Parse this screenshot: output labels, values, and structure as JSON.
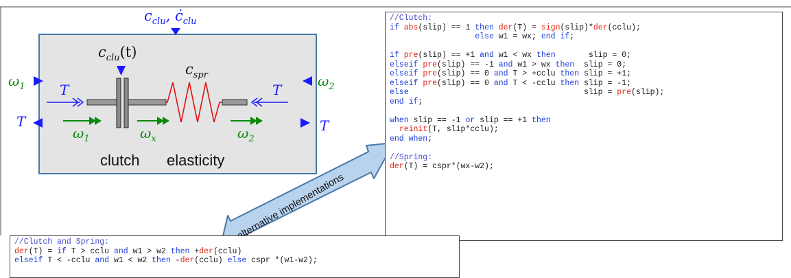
{
  "diagram": {
    "labels": {
      "c_clu_top": "c",
      "c_clu_top_sub": "clu",
      "c_clu_top_comma": ", ",
      "c_clu_dot": "ċ",
      "c_clu_dot_sub": "clu",
      "c_clu_t": "c",
      "c_clu_t_sub": "clu",
      "c_clu_t_arg": "(t)",
      "c_spr": "c",
      "c_spr_sub": "spr",
      "omega1_left": "ω",
      "omega1_left_sub": "1",
      "omega2_right": "ω",
      "omega2_right_sub": "2",
      "T_in_left": "T",
      "T_in_right": "T",
      "T_port_left": "T",
      "T_port_right": "T",
      "omega1_flow": "ω",
      "omega1_flow_sub": "1",
      "omegax_flow": "ω",
      "omegax_flow_sub": "x",
      "omega2_flow": "ω",
      "omega2_flow_sub": "2",
      "clutch": "clutch",
      "elasticity": "elasticity",
      "alt_impl": "alternative implementations"
    },
    "colors": {
      "box_fill": "#e4e4e4",
      "box_border": "#4a77a8",
      "blue": "#1a1aff",
      "green": "#0a8a0a",
      "red": "#e01010",
      "dark_blue_arrow": "#4a77a8",
      "light_blue_arrow": "#b9d3ee"
    }
  },
  "code_main": {
    "lines": [
      [
        [
          "cm",
          "//Clutch:"
        ]
      ],
      [
        [
          "kw",
          "if "
        ],
        [
          "fn",
          "abs"
        ],
        [
          "tx",
          "(slip) == 1 "
        ],
        [
          "kw",
          "then "
        ],
        [
          "fn",
          "der"
        ],
        [
          "tx",
          "(T) = "
        ],
        [
          "fn",
          "sign"
        ],
        [
          "tx",
          "(slip)*"
        ],
        [
          "fn",
          "der"
        ],
        [
          "tx",
          "(cclu);"
        ]
      ],
      [
        [
          "tx",
          "                  "
        ],
        [
          "kw",
          "else "
        ],
        [
          "tx",
          "w1 = wx; "
        ],
        [
          "kw",
          "end if"
        ],
        [
          "tx",
          ";"
        ]
      ],
      [
        [
          "tx",
          ""
        ]
      ],
      [
        [
          "kw",
          "if "
        ],
        [
          "fn",
          "pre"
        ],
        [
          "tx",
          "(slip) == +1 "
        ],
        [
          "kw",
          "and "
        ],
        [
          "tx",
          "w1 < wx "
        ],
        [
          "kw",
          "then"
        ],
        [
          "tx",
          "       slip = 0;"
        ]
      ],
      [
        [
          "kw",
          "elseif "
        ],
        [
          "fn",
          "pre"
        ],
        [
          "tx",
          "(slip) == -1 "
        ],
        [
          "kw",
          "and "
        ],
        [
          "tx",
          "w1 > wx "
        ],
        [
          "kw",
          "then"
        ],
        [
          "tx",
          "  slip = 0;"
        ]
      ],
      [
        [
          "kw",
          "elseif "
        ],
        [
          "fn",
          "pre"
        ],
        [
          "tx",
          "(slip) == 0 "
        ],
        [
          "kw",
          "and "
        ],
        [
          "tx",
          "T > +cclu "
        ],
        [
          "kw",
          "then "
        ],
        [
          "tx",
          "slip = +1;"
        ]
      ],
      [
        [
          "kw",
          "elseif "
        ],
        [
          "fn",
          "pre"
        ],
        [
          "tx",
          "(slip) == 0 "
        ],
        [
          "kw",
          "and "
        ],
        [
          "tx",
          "T < -cclu "
        ],
        [
          "kw",
          "then "
        ],
        [
          "tx",
          "slip = -1;"
        ]
      ],
      [
        [
          "kw",
          "else"
        ],
        [
          "tx",
          "                                     slip = "
        ],
        [
          "fn",
          "pre"
        ],
        [
          "tx",
          "(slip);"
        ]
      ],
      [
        [
          "kw",
          "end if"
        ],
        [
          "tx",
          ";"
        ]
      ],
      [
        [
          "tx",
          ""
        ]
      ],
      [
        [
          "kw",
          "when "
        ],
        [
          "tx",
          "slip == -1 "
        ],
        [
          "kw",
          "or "
        ],
        [
          "tx",
          "slip == +1 "
        ],
        [
          "kw",
          "then"
        ]
      ],
      [
        [
          "tx",
          "  "
        ],
        [
          "fn",
          "reinit"
        ],
        [
          "tx",
          "(T, slip*cclu);"
        ]
      ],
      [
        [
          "kw",
          "end when"
        ],
        [
          "tx",
          ";"
        ]
      ],
      [
        [
          "tx",
          ""
        ]
      ],
      [
        [
          "cm",
          "//Spring:"
        ]
      ],
      [
        [
          "fn",
          "der"
        ],
        [
          "tx",
          "(T) = cspr*(wx-w2);"
        ]
      ]
    ]
  },
  "code_small": {
    "lines": [
      [
        [
          "cm",
          "//Clutch and Spring:"
        ]
      ],
      [
        [
          "fn",
          "der"
        ],
        [
          "tx",
          "(T) = "
        ],
        [
          "kw",
          "if "
        ],
        [
          "tx",
          "T > cclu "
        ],
        [
          "kw",
          "and "
        ],
        [
          "tx",
          "w1 > w2 "
        ],
        [
          "kw",
          "then "
        ],
        [
          "tx",
          "+"
        ],
        [
          "fn",
          "der"
        ],
        [
          "tx",
          "(cclu)"
        ]
      ],
      [
        [
          "kw",
          "elseif "
        ],
        [
          "tx",
          "T < -cclu "
        ],
        [
          "kw",
          "and "
        ],
        [
          "tx",
          "w1 < w2 "
        ],
        [
          "kw",
          "then "
        ],
        [
          "tx",
          "-"
        ],
        [
          "fn",
          "der"
        ],
        [
          "tx",
          "(cclu) "
        ],
        [
          "kw",
          "else "
        ],
        [
          "tx",
          "cspr *(w1-w2);"
        ]
      ]
    ]
  }
}
